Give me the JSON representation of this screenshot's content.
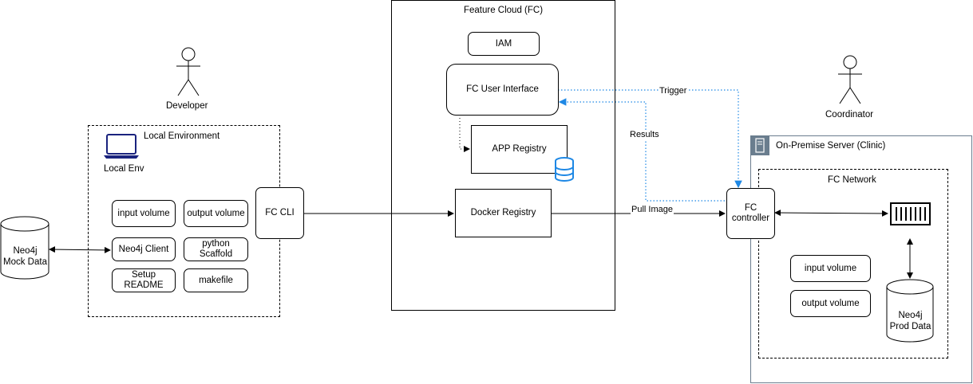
{
  "actors": {
    "developer": "Developer",
    "coordinator": "Coordinator"
  },
  "databases": {
    "mock": "Neo4j\nMock Data",
    "prod": "Neo4j\nProd Data"
  },
  "local_env": {
    "title": "Local Environment",
    "laptop_label": "Local Env",
    "input_volume": "input volume",
    "output_volume": "output volume",
    "neo4j_client": "Neo4j Client",
    "python_scaffold": "python\nScaffold",
    "setup_readme": "Setup\nREADME",
    "makefile": "makefile"
  },
  "fc_cli": "FC CLI",
  "feature_cloud": {
    "title": "Feature Cloud (FC)",
    "iam": "IAM",
    "user_interface": "FC User Interface",
    "app_registry": "APP Registry",
    "docker_registry": "Docker Registry"
  },
  "edges": {
    "trigger": "Trigger",
    "results": "Results",
    "pull_image": "Pull Image"
  },
  "server": {
    "title": "On-Premise Server (Clinic)",
    "network_title": "FC Network",
    "controller": "FC\ncontroller",
    "input_volume": "input volume",
    "output_volume": "output volume"
  },
  "colors": {
    "dotted_link": "#1E88E5",
    "laptop": "#1A237E",
    "server_border": "#6A7D8E",
    "db_icon": "#1E88E5"
  }
}
